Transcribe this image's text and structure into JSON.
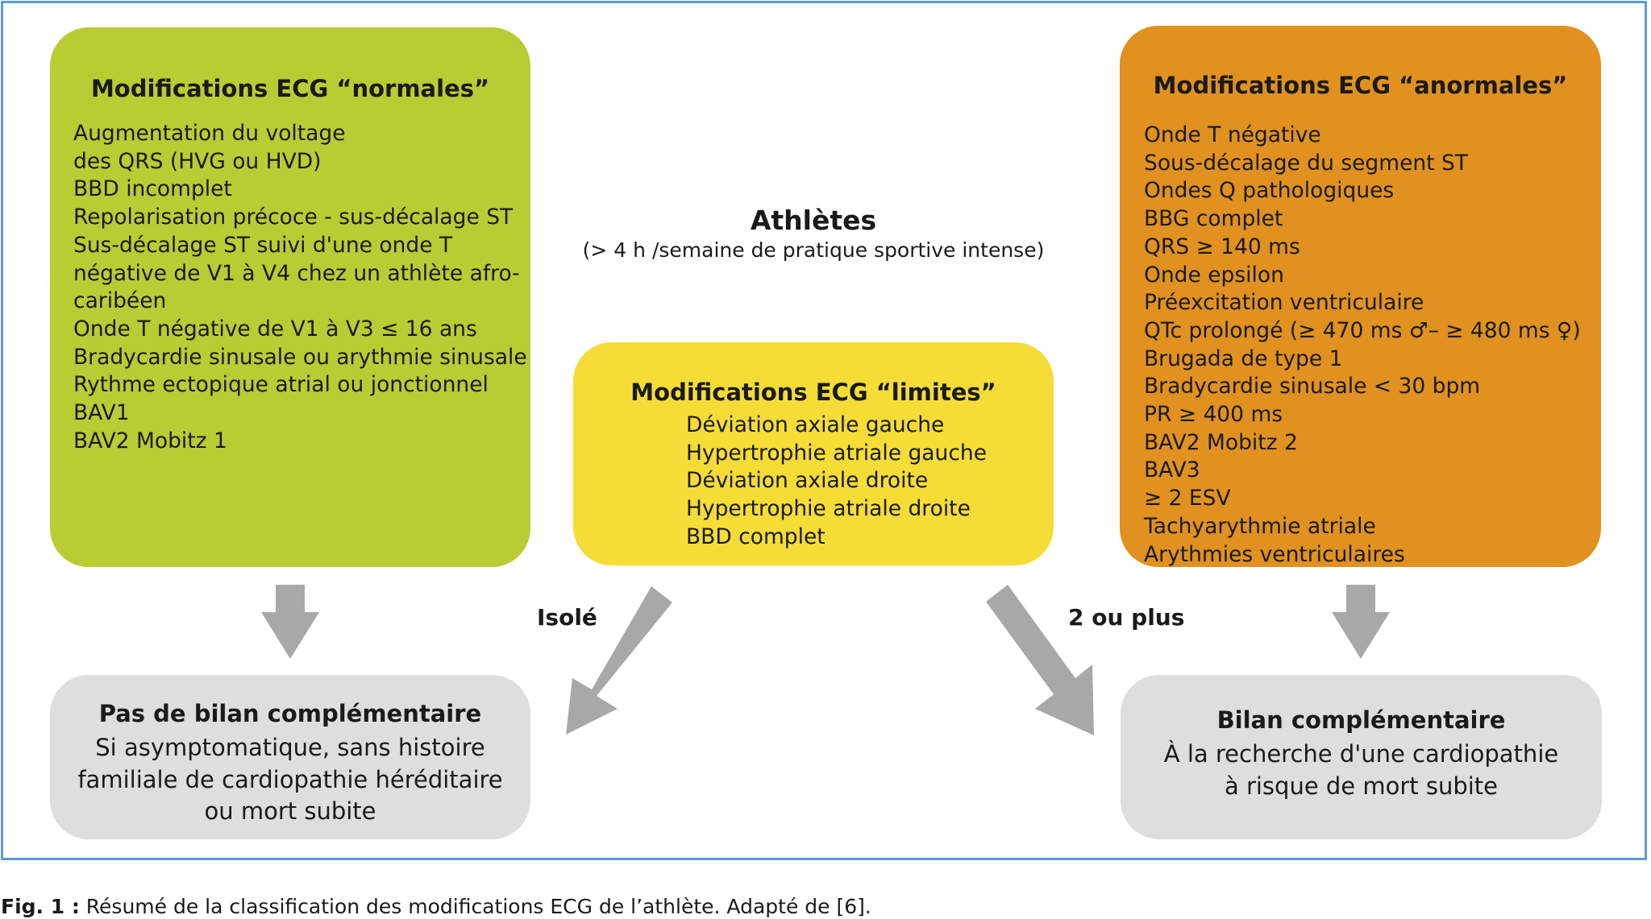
{
  "colors": {
    "border": "#5b9bd5",
    "normales": "#b8cc34",
    "limites": "#f5dc37",
    "anormales": "#e0911f",
    "result": "#dededc",
    "arrow": "#a8a8a8"
  },
  "normales": {
    "title": "Modifications ECG “normales”",
    "items": [
      "Augmentation du voltage",
      "des QRS (HVG ou HVD)",
      "BBD incomplet",
      "Repolarisation précoce - sus-décalage ST",
      "Sus-décalage ST suivi d'une onde T",
      "négative de V1 à V4 chez un athlète afro-",
      "caribéen",
      "Onde T négative de V1 à V3 ≤ 16 ans",
      "Bradycardie sinusale ou arythmie sinusale",
      "Rythme ectopique atrial ou jonctionnel",
      "BAV1",
      "BAV2 Mobitz 1"
    ]
  },
  "limites": {
    "title": "Modifications ECG “limites”",
    "items": [
      "Déviation axiale gauche",
      "Hypertrophie atriale gauche",
      "Déviation axiale droite",
      "Hypertrophie atriale droite",
      "BBD complet"
    ]
  },
  "anormales": {
    "title": "Modifications ECG “anormales”",
    "items": [
      "Onde T négative",
      "Sous-décalage du segment ST",
      "Ondes Q pathologiques",
      "BBG complet",
      "QRS ≥ 140 ms",
      "Onde epsilon",
      "Préexcitation ventriculaire",
      "QTc prolongé (≥ 470 ms ♂– ≥ 480 ms ♀)",
      "Brugada de type 1",
      "Bradycardie sinusale < 30 bpm",
      "PR ≥ 400 ms",
      "BAV2 Mobitz 2",
      "BAV3",
      "≥ 2 ESV",
      "Tachyarythmie atriale",
      "Arythmies ventriculaires"
    ]
  },
  "athletes": {
    "title": "Athlètes",
    "subtitle": "(> 4 h /semaine de pratique sportive intense)"
  },
  "edges": {
    "isole": "Isolé",
    "deux_ou_plus": "2 ou plus"
  },
  "pas_de_bilan": {
    "title": "Pas de bilan complémentaire",
    "lines": [
      "Si asymptomatique, sans histoire",
      "familiale de cardiopathie héréditaire",
      "ou mort subite"
    ]
  },
  "bilan": {
    "title": "Bilan complémentaire",
    "lines": [
      "À la recherche d'une cardiopathie",
      "à risque de mort subite"
    ]
  },
  "caption": {
    "label": "Fig. 1 :",
    "text": " Résumé de la classification des modifications ECG de l’athlète. Adapté de [6]."
  }
}
